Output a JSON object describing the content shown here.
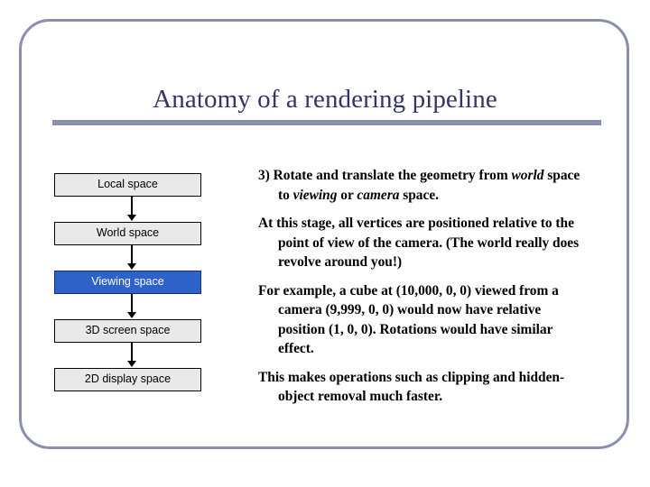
{
  "slide": {
    "title": "Anatomy of a rendering pipeline",
    "accent_color": "#8a8fae",
    "title_color": "#343566",
    "highlight_color": "#2e62c8",
    "box_fill_color": "#e9e9e9"
  },
  "pipeline": {
    "stages": [
      {
        "label": "Local space",
        "highlighted": false
      },
      {
        "label": "World space",
        "highlighted": false
      },
      {
        "label": "Viewing space",
        "highlighted": true
      },
      {
        "label": "3D screen space",
        "highlighted": false
      },
      {
        "label": "2D display space",
        "highlighted": false
      }
    ]
  },
  "body": {
    "paragraphs": [
      {
        "id": "p1",
        "runs": [
          {
            "text": "3) Rotate and translate the geometry from ",
            "italic": false
          },
          {
            "text": "world",
            "italic": true
          },
          {
            "text": " space to ",
            "italic": false
          },
          {
            "text": "viewing",
            "italic": true
          },
          {
            "text": " or ",
            "italic": false
          },
          {
            "text": "camera",
            "italic": true
          },
          {
            "text": " space.",
            "italic": false
          }
        ]
      },
      {
        "id": "p2",
        "runs": [
          {
            "text": "At this stage, all vertices are positioned relative to the point of view of the camera.  (The world really does revolve around you!)",
            "italic": false
          }
        ]
      },
      {
        "id": "p3",
        "runs": [
          {
            "text": "For example, a cube at (10,000, 0, 0) viewed from a camera (9,999, 0, 0) would now have relative position (1, 0, 0).  Rotations would have similar effect.",
            "italic": false
          }
        ]
      },
      {
        "id": "p4",
        "runs": [
          {
            "text": "This makes operations such as clipping and hidden-object removal much faster.",
            "italic": false
          }
        ]
      }
    ]
  }
}
